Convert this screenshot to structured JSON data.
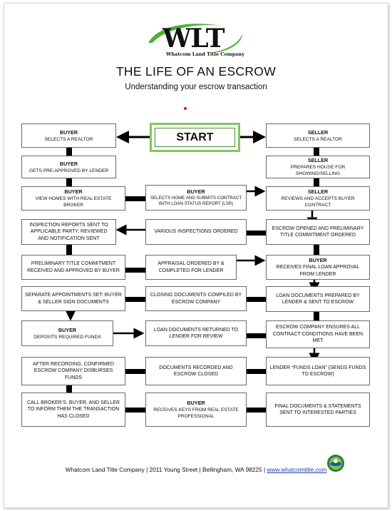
{
  "logo": {
    "text": "WLT",
    "subtext": "Whatcom Land Title Company"
  },
  "title": "THE LIFE OF AN ESCROW",
  "subtitle": "Understanding your escrow transaction",
  "start": "START",
  "boxes": {
    "buyer_realtor": {
      "head": "BUYER",
      "text": "SELECTS A REALTOR"
    },
    "seller_realtor": {
      "head": "SELLER",
      "text": "SELECTS A REALTOR"
    },
    "buyer_preapproved": {
      "head": "BUYER",
      "text": "GETS PRE-APPROVED BY LENDER"
    },
    "seller_prepares": {
      "head": "SELLER",
      "text": "PREPARES HOUSE FOR SHOWING/SELLING"
    },
    "buyer_views": {
      "head": "BUYER",
      "text": "VIEW HOMES WITH REAL ESTATE BROKER"
    },
    "buyer_selects_home": {
      "head": "BUYER",
      "text": "SELECTS HOME AND SUBMITS CONTRACT WITH LOAN STATUS REPORT (LSR)"
    },
    "seller_accepts": {
      "head": "SELLER",
      "text": "REVIEWS AND ACCEPTS BUYER CONTRACT"
    },
    "inspection_reports": {
      "text": "INSPECTION REPORTS SENT TO APPLICABLE PARTY, REVIEWED AND NOTIFICATION SENT"
    },
    "various_inspections": {
      "text": "VARIOUS INSPECTIONS ORDERED"
    },
    "escrow_opened": {
      "text": "ESCROW OPENED AND PRELIMINARY TITLE COMMITMENT ORDERED"
    },
    "prelim_title": {
      "text": "PRELIMINARY TITLE COMMITMENT RECEIVED AND APPROVED BY BUYER"
    },
    "appraisal": {
      "text": "APPRAISAL ORDERED BY & COMPLETED FOR LENDER"
    },
    "buyer_final_loan": {
      "head": "BUYER",
      "text": "RECEIVES FINAL LOAN APPROVAL FROM LENDER"
    },
    "separate_appointments": {
      "text": "SEPARATE APPOINTMENTS SET: BUYER & SELLER SIGN DOCUMENTS"
    },
    "closing_docs": {
      "text": "CLOSING DOCUMENTS COMPILED BY ESCROW COMPANY"
    },
    "loan_docs_prepared": {
      "text": "LOAN DOCUMENTS PREPARED BY LENDER & SENT TO ESCROW"
    },
    "buyer_deposits": {
      "head": "BUYER",
      "text": "DEPOSITS REQUIRED FUNDS"
    },
    "loan_docs_returned": {
      "text": "LOAN DOCUMENTS RETURNED TO LENDER FOR REVIEW"
    },
    "escrow_ensures": {
      "text": "ESCROW COMPANY ENSURES ALL CONTRACT CONDITIONS HAVE BEEN MET"
    },
    "after_recording": {
      "text": "AFTER RECORDING, CONFIRMED ESCROW COMPANY DISBURSES FUNDS"
    },
    "docs_recorded": {
      "text": "DOCUMENTS RECORDED AND ESCROW CLOSED"
    },
    "lender_funds": {
      "text": "LENDER “FUNDS LOAN” (SENDS FUNDS TO ESCROW)"
    },
    "call_brokers": {
      "text": "CALL BROKER’S, BUYER, AND SELLER TO INFORM THEM THE TRANSACTION HAS CLOSED"
    },
    "buyer_keys": {
      "head": "BUYER",
      "text": "RECEIVES KEYS FROM REAL ESTATE PROFESSIONAL"
    },
    "final_docs": {
      "text": "FINAL DOCUMENTS & STATEMENTS SENT TO INTERESTED PARTIES"
    }
  },
  "footer": {
    "text": "Whatcom Land Title Company | 2011 Young Street | Bellingham, WA 98225 | ",
    "link": "www.whatcomtitle.com"
  },
  "colors": {
    "start_border": "#7ec85e",
    "arrow": "#000000",
    "link": "#1a3fb5",
    "logo_swoosh": "#4caf3a"
  }
}
